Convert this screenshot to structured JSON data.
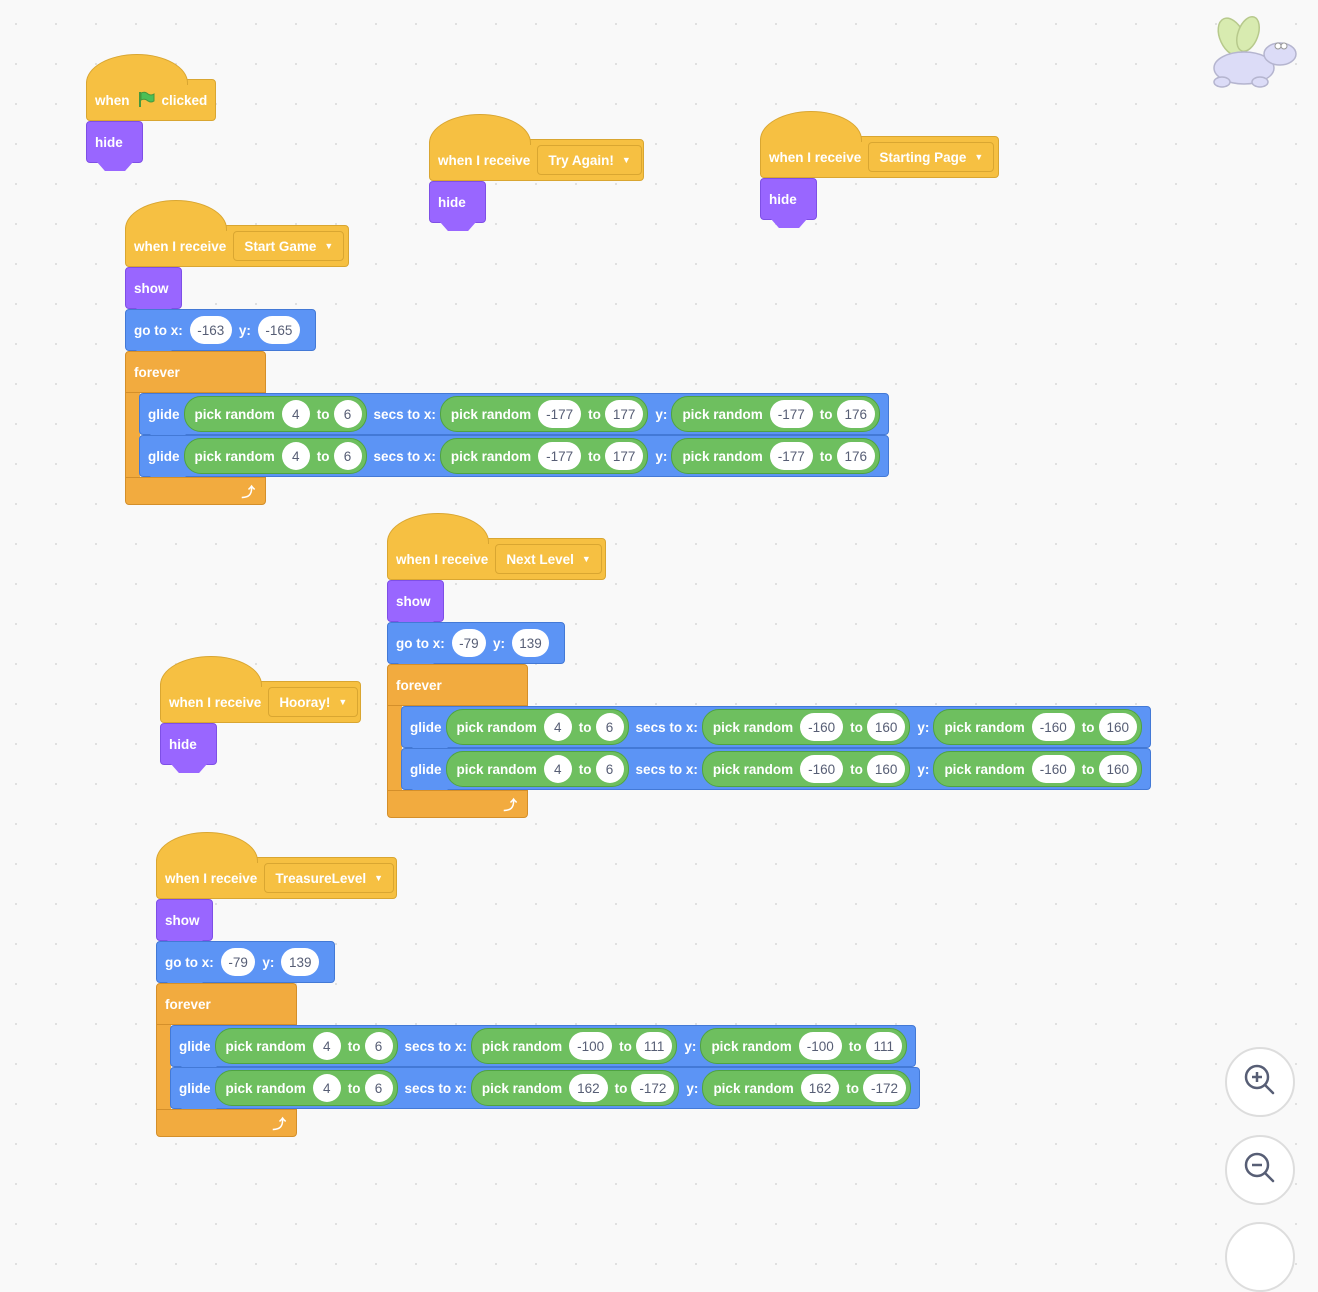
{
  "workspace": {
    "sprite": {
      "name_icon": "flying-hippo-sprite-icon"
    },
    "zoom_controls": {
      "zoom_in_icon": "zoom-in-icon",
      "zoom_out_icon": "zoom-out-icon",
      "reset_icon": "reset-zoom-icon"
    }
  },
  "labels": {
    "when": "when",
    "clicked": "clicked",
    "when_i_receive": "when I receive",
    "hide": "hide",
    "show": "show",
    "go_to_x": "go to x:",
    "y": "y:",
    "forever": "forever",
    "glide": "glide",
    "pick_random": "pick random",
    "to": "to",
    "secs_to_x": "secs to x:",
    "caret": "▼",
    "loop_arrow": "⤴"
  },
  "scripts": [
    {
      "id": "flag",
      "hat": "when flag clicked",
      "blocks": [
        "hide"
      ]
    },
    {
      "id": "try-again",
      "hat": "when I receive",
      "message": "Try Again!",
      "blocks": [
        "hide"
      ]
    },
    {
      "id": "starting-page",
      "hat": "when I receive",
      "message": "Starting Page",
      "blocks": [
        "hide"
      ]
    },
    {
      "id": "hooray",
      "hat": "when I receive",
      "message": "Hooray!",
      "blocks": [
        "hide"
      ]
    },
    {
      "id": "start-game",
      "hat": "when I receive",
      "message": "Start Game",
      "show": "show",
      "goto": {
        "x": "-163",
        "y": "-165"
      },
      "glides": [
        {
          "secs": [
            "4",
            "6"
          ],
          "x": [
            "-177",
            "177"
          ],
          "y": [
            "-177",
            "176"
          ]
        },
        {
          "secs": [
            "4",
            "6"
          ],
          "x": [
            "-177",
            "177"
          ],
          "y": [
            "-177",
            "176"
          ]
        }
      ]
    },
    {
      "id": "next-level",
      "hat": "when I receive",
      "message": "Next Level",
      "show": "show",
      "goto": {
        "x": "-79",
        "y": "139"
      },
      "glides": [
        {
          "secs": [
            "4",
            "6"
          ],
          "x": [
            "-160",
            "160"
          ],
          "y": [
            "-160",
            "160"
          ]
        },
        {
          "secs": [
            "4",
            "6"
          ],
          "x": [
            "-160",
            "160"
          ],
          "y": [
            "-160",
            "160"
          ]
        }
      ]
    },
    {
      "id": "treasure-level",
      "hat": "when I receive",
      "message": "TreasureLevel",
      "show": "show",
      "goto": {
        "x": "-79",
        "y": "139"
      },
      "glides": [
        {
          "secs": [
            "4",
            "6"
          ],
          "x": [
            "-100",
            "111"
          ],
          "y": [
            "-100",
            "111"
          ]
        },
        {
          "secs": [
            "4",
            "6"
          ],
          "x": [
            "162",
            "-172"
          ],
          "y": [
            "162",
            "-172"
          ]
        }
      ]
    }
  ],
  "colors": {
    "events": "#f6c042",
    "looks": "#9966ff",
    "motion": "#5c94f5",
    "control": "#f2ab3f",
    "operators": "#6ebf5f",
    "flag": "#4cbf56"
  }
}
